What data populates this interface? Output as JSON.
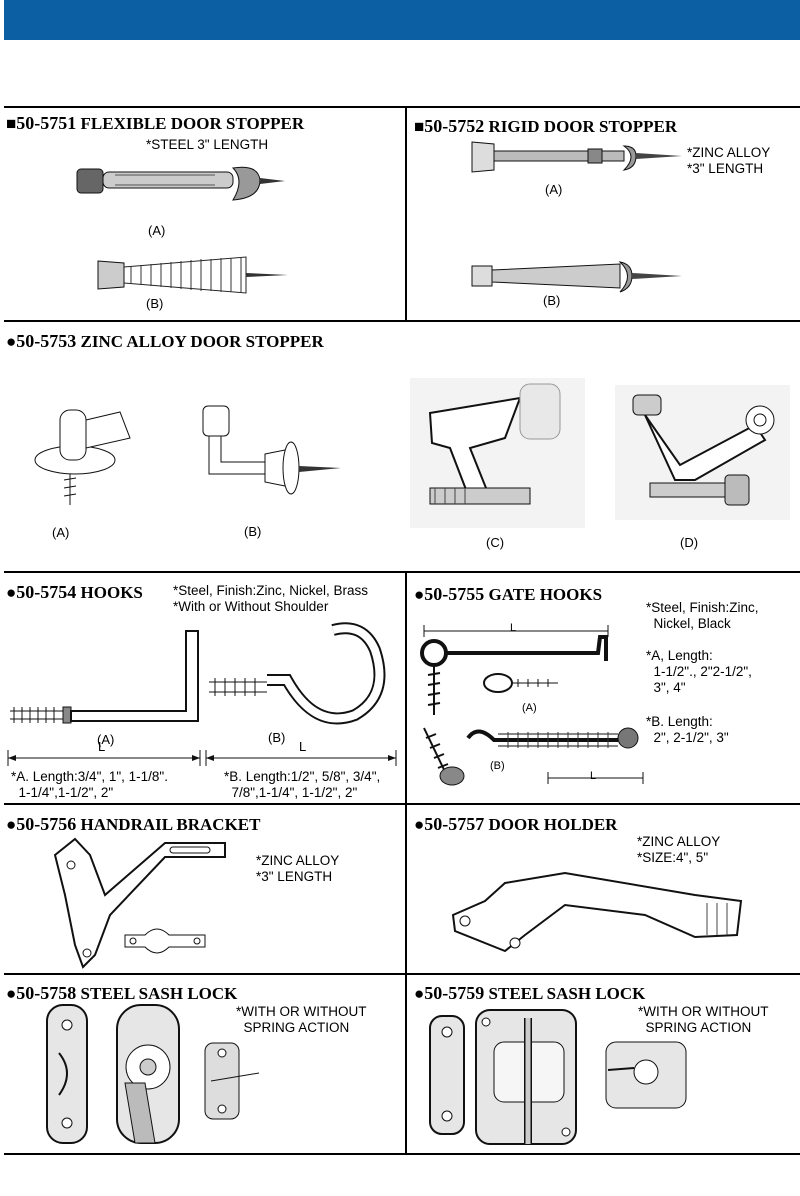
{
  "products": [
    {
      "code": "50-5751",
      "name": "FLEXIBLE DOOR STOPPER",
      "bullet": "■",
      "notes": [
        "*STEEL 3\" LENGTH"
      ],
      "labels": [
        "(A)",
        "(B)"
      ]
    },
    {
      "code": "50-5752",
      "name": "RIGID DOOR STOPPER",
      "bullet": "■",
      "notes": [
        "*ZINC ALLOY",
        "*3\" LENGTH"
      ],
      "labels": [
        "(A)",
        "(B)"
      ]
    },
    {
      "code": "50-5753",
      "name": "ZINC ALLOY DOOR STOPPER",
      "bullet": "●",
      "notes": [],
      "labels": [
        "(A)",
        "(B)",
        "(C)",
        "(D)"
      ]
    },
    {
      "code": "50-5754",
      "name": "HOOKS",
      "bullet": "●",
      "notes": [
        "*Steel, Finish:Zinc, Nickel, Brass",
        "*With or Without Shoulder"
      ],
      "labels": [
        "(A)",
        "(B)",
        "L",
        "L"
      ],
      "lengths": [
        "*A. Length:3/4\", 1\", 1-1/8\".\n  1-1/4\",1-1/2\", 2\"",
        "*B. Length:1/2\", 5/8\", 3/4\",\n  7/8\",1-1/4\", 1-1/2\", 2\""
      ]
    },
    {
      "code": "50-5755",
      "name": "GATE HOOKS",
      "bullet": "●",
      "notes": [
        "*Steel, Finish:Zinc,\n  Nickel, Black",
        "*A, Length:\n  1-1/2\"., 2\"2-1/2\",\n  3\", 4\"",
        "*B. Length:\n  2\", 2-1/2\", 3\""
      ],
      "labels": [
        "L",
        "(A)",
        "(B)",
        "L"
      ]
    },
    {
      "code": "50-5756",
      "name": "HANDRAIL BRACKET",
      "bullet": "●",
      "notes": [
        "*ZINC ALLOY\n*3\" LENGTH"
      ]
    },
    {
      "code": "50-5757",
      "name": "DOOR HOLDER",
      "bullet": "●",
      "notes": [
        "*ZINC ALLOY\n*SIZE:4\", 5\""
      ]
    },
    {
      "code": "50-5758",
      "name": "STEEL SASH LOCK",
      "bullet": "●",
      "notes": [
        "*WITH OR WITHOUT\n  SPRING ACTION"
      ]
    },
    {
      "code": "50-5759",
      "name": "STEEL SASH LOCK",
      "bullet": "●",
      "notes": [
        "*WITH OR WITHOUT\n  SPRING ACTION"
      ]
    }
  ],
  "colors": {
    "header_bar": "#0b5fa2"
  }
}
